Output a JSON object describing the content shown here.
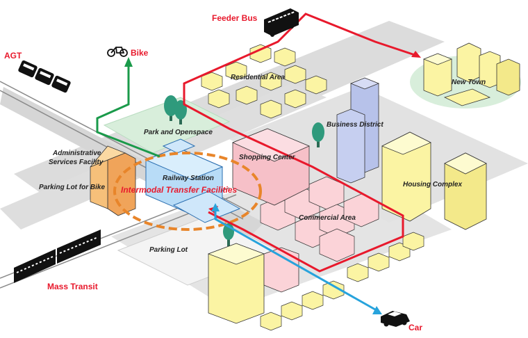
{
  "labels": {
    "feeder_bus": "Feeder Bus",
    "bike": "Bike",
    "agt": "AGT",
    "residential_area": "Residential Area",
    "new_town": "New Town",
    "business_district": "Business District",
    "park_openspace": "Park and Openspace",
    "admin_line1": "Administrative",
    "admin_line2": "Services Facility",
    "parking_bike": "Parking Lot for Bike",
    "railway_station": "Railway Station",
    "shopping_center": "Shopping Center",
    "intermodal": "Intermodal Transfer Facilities",
    "housing_complex": "Housing Complex",
    "commercial_area": "Commercial Area",
    "parking_lot": "Parking Lot",
    "mass_transit": "Mass Transit",
    "car": "Car"
  },
  "colors": {
    "bus_route": "#e8192c",
    "bike_route": "#1a9a4a",
    "car_route": "#27a3dc",
    "transfer_zone": "#e8852a",
    "building_yellow": "#fbf4a3",
    "building_pink": "#fbd3d8",
    "building_blue": "#b7c2ea",
    "station_blue": "#b8dcf7",
    "park_green": "#d8eedb",
    "road_gray": "#d6d6d6"
  }
}
